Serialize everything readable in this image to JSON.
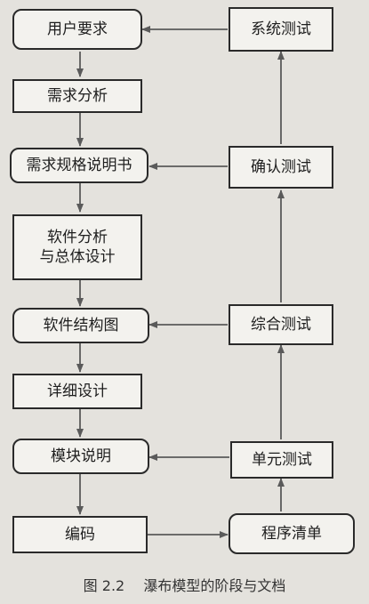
{
  "diagram": {
    "nodes": {
      "user_req": "用户要求",
      "req_analysis": "需求分析",
      "req_spec": "需求规格说明书",
      "sw_design": "软件分析\n与总体设计",
      "sw_structure": "软件结构图",
      "detail_design": "详细设计",
      "module_desc": "模块说明",
      "coding": "编码",
      "sys_test": "系统测试",
      "confirm_test": "确认测试",
      "integ_test": "综合测试",
      "unit_test": "单元测试",
      "program_list": "程序清单"
    }
  },
  "caption": {
    "number": "图 2.2",
    "title": "瀑布模型的阶段与文档"
  },
  "colors": {
    "line": "#5a5a5a",
    "border": "#2a2a2a",
    "background": "#e4e2dd"
  }
}
